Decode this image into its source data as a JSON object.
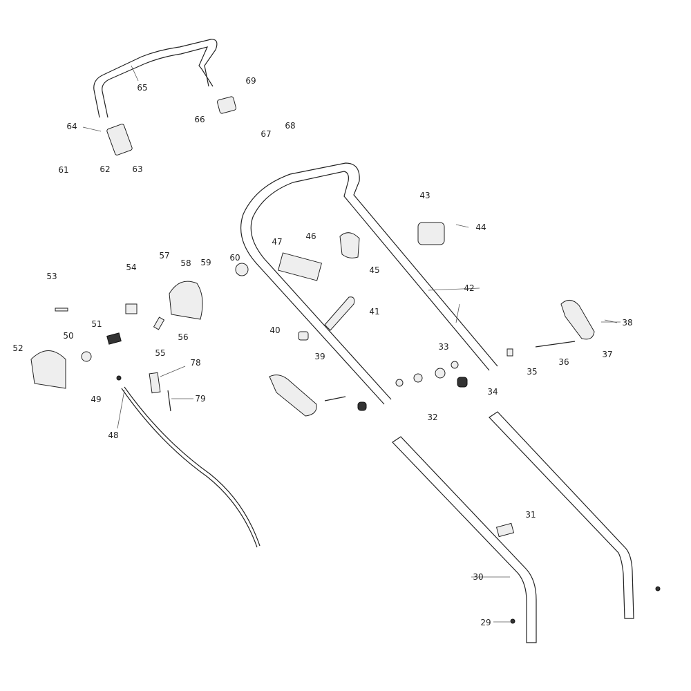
{
  "diagram": {
    "type": "exploded-parts-view",
    "callouts": [
      "65",
      "69",
      "66",
      "67",
      "68",
      "64",
      "61",
      "62",
      "63",
      "43",
      "44",
      "46",
      "47",
      "45",
      "42",
      "41",
      "57",
      "58",
      "59",
      "60",
      "54",
      "53",
      "51",
      "56",
      "55",
      "50",
      "52",
      "40",
      "39",
      "38",
      "37",
      "36",
      "35",
      "33",
      "34",
      "32",
      "78",
      "79",
      "49",
      "48",
      "31",
      "30",
      "29"
    ]
  }
}
